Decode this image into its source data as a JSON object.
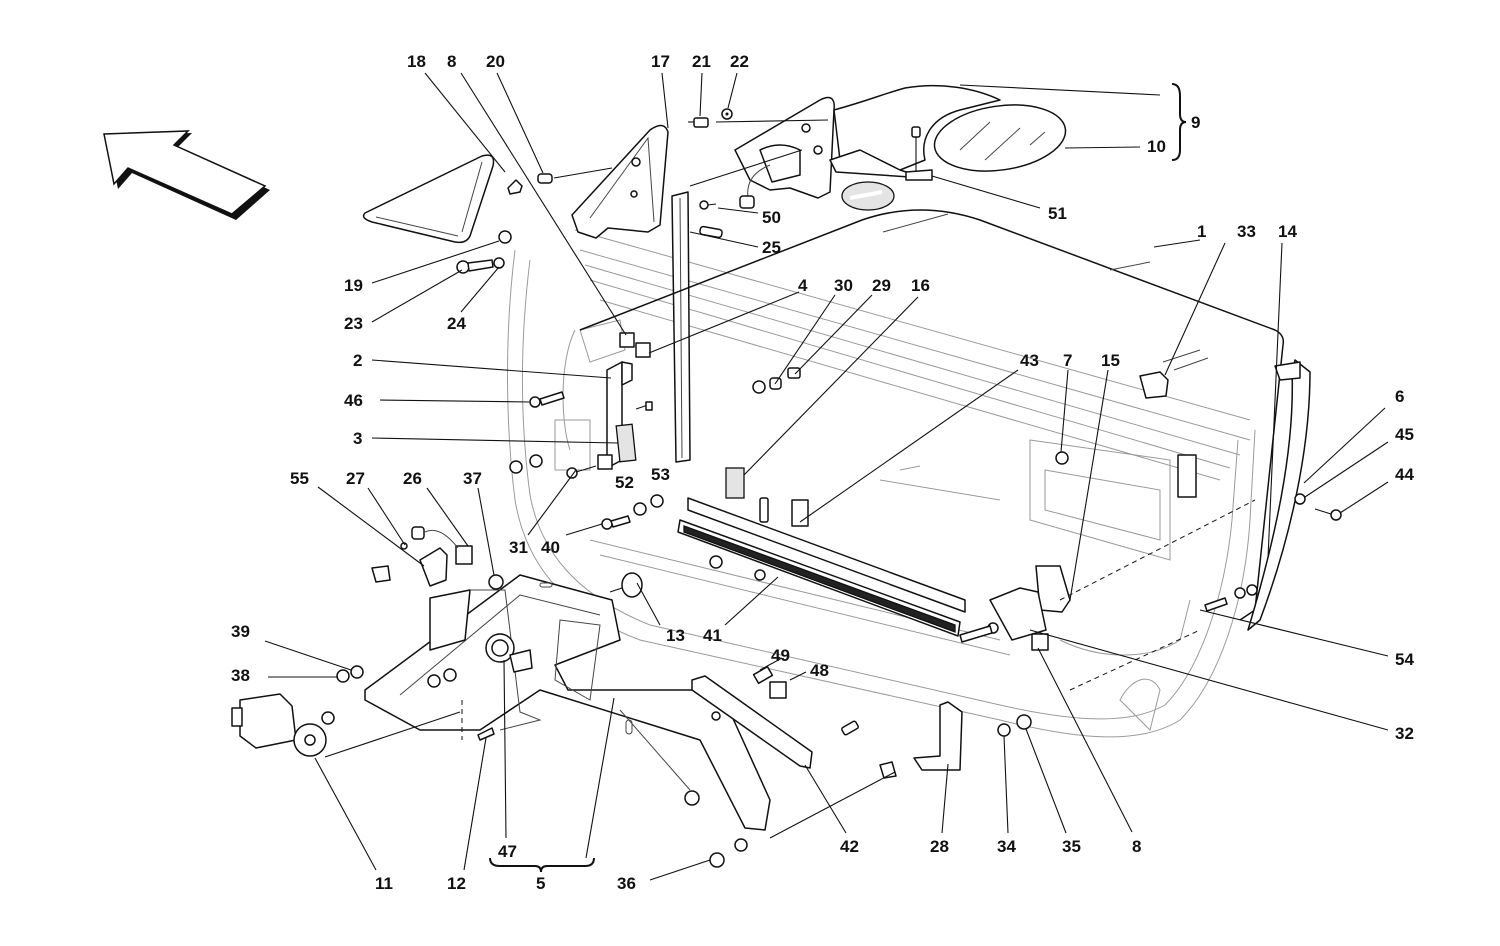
{
  "diagram": {
    "title": "Door window regulator and mirror exploded parts diagram",
    "direction_arrow": "front-direction-arrow",
    "group_brackets": [
      {
        "label": "9",
        "members": [
          "9",
          "10"
        ]
      },
      {
        "label": "5",
        "members": [
          "47",
          "5"
        ]
      }
    ],
    "callouts": [
      {
        "id": "18",
        "label": "18"
      },
      {
        "id": "8a",
        "label": "8"
      },
      {
        "id": "20",
        "label": "20"
      },
      {
        "id": "17",
        "label": "17"
      },
      {
        "id": "21",
        "label": "21"
      },
      {
        "id": "22",
        "label": "22"
      },
      {
        "id": "9",
        "label": "9"
      },
      {
        "id": "10",
        "label": "10"
      },
      {
        "id": "50",
        "label": "50"
      },
      {
        "id": "51",
        "label": "51"
      },
      {
        "id": "25",
        "label": "25"
      },
      {
        "id": "1",
        "label": "1"
      },
      {
        "id": "33",
        "label": "33"
      },
      {
        "id": "14",
        "label": "14"
      },
      {
        "id": "19",
        "label": "19"
      },
      {
        "id": "23",
        "label": "23"
      },
      {
        "id": "24",
        "label": "24"
      },
      {
        "id": "4",
        "label": "4"
      },
      {
        "id": "30",
        "label": "30"
      },
      {
        "id": "29",
        "label": "29"
      },
      {
        "id": "16",
        "label": "16"
      },
      {
        "id": "2",
        "label": "2"
      },
      {
        "id": "43",
        "label": "43"
      },
      {
        "id": "7",
        "label": "7"
      },
      {
        "id": "15",
        "label": "15"
      },
      {
        "id": "6",
        "label": "6"
      },
      {
        "id": "46",
        "label": "46"
      },
      {
        "id": "45",
        "label": "45"
      },
      {
        "id": "3",
        "label": "3"
      },
      {
        "id": "44",
        "label": "44"
      },
      {
        "id": "55",
        "label": "55"
      },
      {
        "id": "27",
        "label": "27"
      },
      {
        "id": "26",
        "label": "26"
      },
      {
        "id": "37",
        "label": "37"
      },
      {
        "id": "53",
        "label": "53"
      },
      {
        "id": "52",
        "label": "52"
      },
      {
        "id": "31",
        "label": "31"
      },
      {
        "id": "40",
        "label": "40"
      },
      {
        "id": "13",
        "label": "13"
      },
      {
        "id": "41",
        "label": "41"
      },
      {
        "id": "39",
        "label": "39"
      },
      {
        "id": "38",
        "label": "38"
      },
      {
        "id": "49",
        "label": "49"
      },
      {
        "id": "48",
        "label": "48"
      },
      {
        "id": "54",
        "label": "54"
      },
      {
        "id": "32",
        "label": "32"
      },
      {
        "id": "47",
        "label": "47"
      },
      {
        "id": "42",
        "label": "42"
      },
      {
        "id": "28",
        "label": "28"
      },
      {
        "id": "34",
        "label": "34"
      },
      {
        "id": "35",
        "label": "35"
      },
      {
        "id": "8b",
        "label": "8"
      },
      {
        "id": "11",
        "label": "11"
      },
      {
        "id": "12",
        "label": "12"
      },
      {
        "id": "5",
        "label": "5"
      },
      {
        "id": "36",
        "label": "36"
      }
    ]
  }
}
